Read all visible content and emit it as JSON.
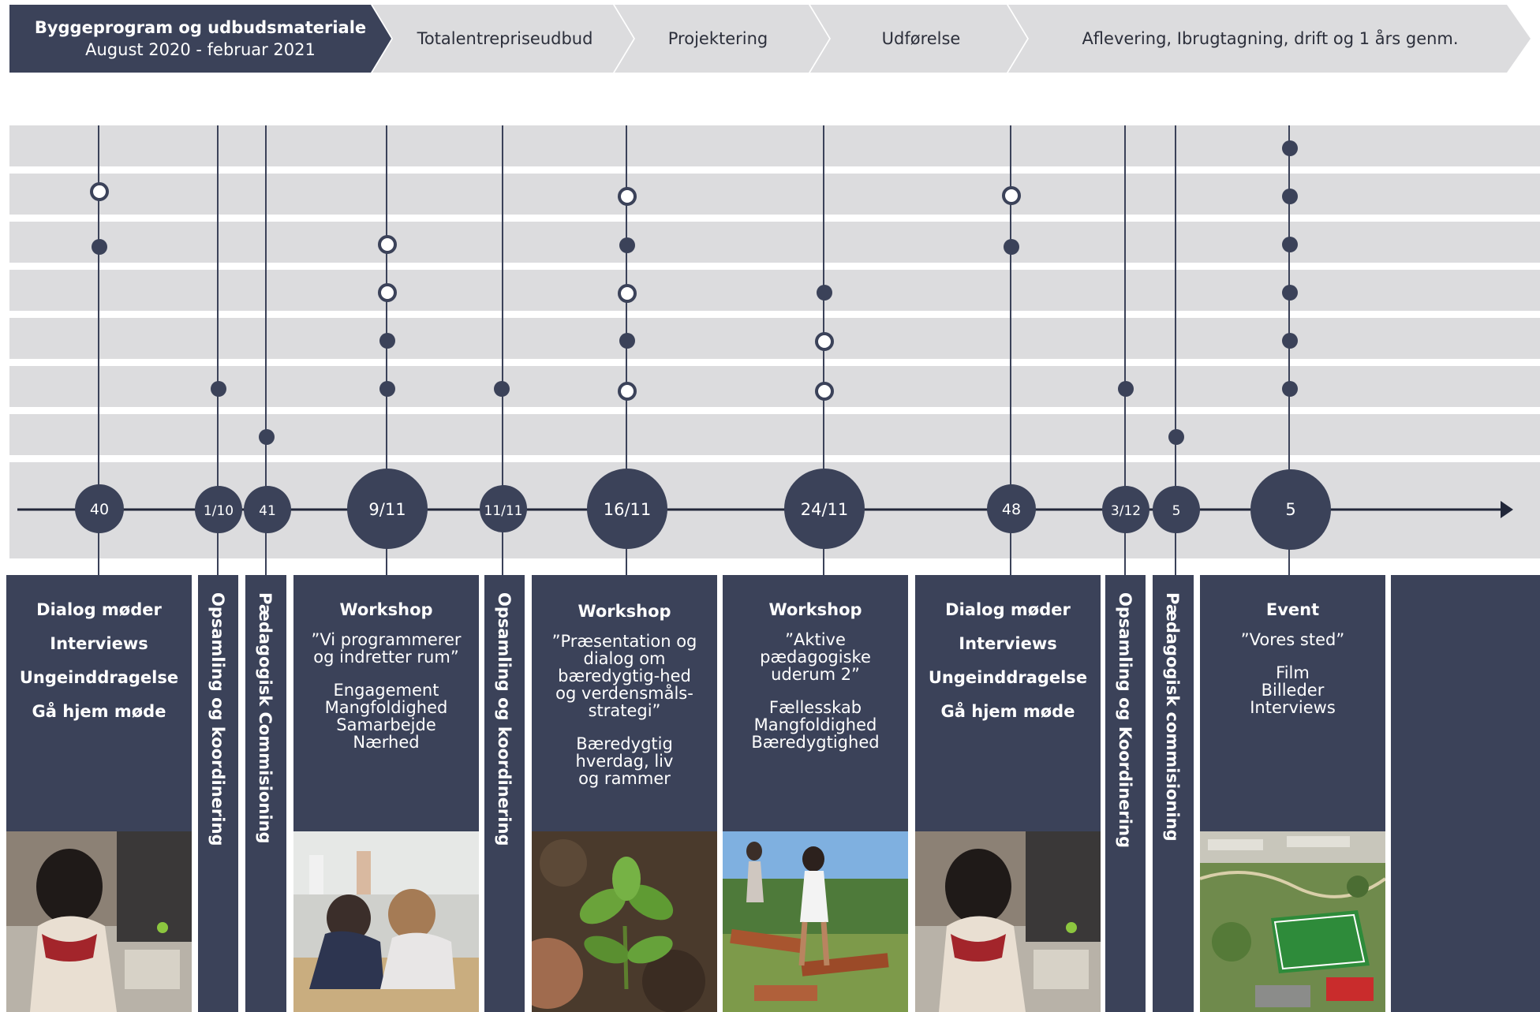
{
  "phases": [
    {
      "title": "Byggeprogram og udbudsmateriale",
      "subtitle": "August 2020 - februar 2021"
    },
    {
      "title": "Totalentrepriseudbud"
    },
    {
      "title": "Projektering"
    },
    {
      "title": "Udførelse"
    },
    {
      "title": "Aflevering, Ibrugtagning, drift og 1 års genm."
    }
  ],
  "milestones": [
    {
      "label": "40",
      "size": "medium"
    },
    {
      "label": "1/10",
      "size": "small"
    },
    {
      "label": "41",
      "size": "small"
    },
    {
      "label": "9/11",
      "size": "large"
    },
    {
      "label": "11/11",
      "size": "small"
    },
    {
      "label": "16/11",
      "size": "large"
    },
    {
      "label": "24/11",
      "size": "large"
    },
    {
      "label": "48",
      "size": "medium"
    },
    {
      "label": "3/12",
      "size": "small"
    },
    {
      "label": "5",
      "size": "small"
    },
    {
      "label": "5",
      "size": "large"
    }
  ],
  "cards": [
    {
      "lines_bold": [
        "Dialog møder",
        "Interviews",
        "Ungeinddragelse",
        "Gå hjem møde"
      ],
      "photo": "students-working-photo"
    },
    {
      "vertical": "Opsamling og koordinering"
    },
    {
      "vertical": "Pædagogisk Commisioning"
    },
    {
      "heading": "Workshop",
      "quote": "”Vi programmerer og indretter rum”",
      "lines": [
        "Engagement",
        "Mangfoldighed",
        "Samarbejde",
        "Nærhed"
      ],
      "photo": "workshop-students-photo"
    },
    {
      "vertical": "Opsamling og koordinering"
    },
    {
      "heading": "Workshop",
      "quote": "”Præsentation og dialog om bæredygtig-hed og verdensmåls-strategi”",
      "lines": [
        "Bæredygtig hverdag,  liv og rammer"
      ],
      "photo": "plant-seedling-photo"
    },
    {
      "heading": "Workshop",
      "quote": "”Aktive pædagogiske uderum 2”",
      "lines": [
        "Fællesskab",
        "Mangfoldighed",
        "Bæredygtighed"
      ],
      "photo": "outdoor-play-photo"
    },
    {
      "lines_bold": [
        "Dialog møder",
        "Interviews",
        "Ungeinddragelse",
        "Gå hjem møde"
      ],
      "photo": "students-working-photo"
    },
    {
      "vertical": "Opsamling og Koordinering"
    },
    {
      "vertical": "Pædagogisk commisioning"
    },
    {
      "heading": "Event",
      "quote": "”Vores sted”",
      "lines": [
        "Film",
        "Billeder",
        "Interviews"
      ],
      "photo": "aerial-campus-photo"
    }
  ],
  "colors": {
    "navy": "#3b4259",
    "grey": "#dcdcde",
    "track": "#22273a"
  }
}
